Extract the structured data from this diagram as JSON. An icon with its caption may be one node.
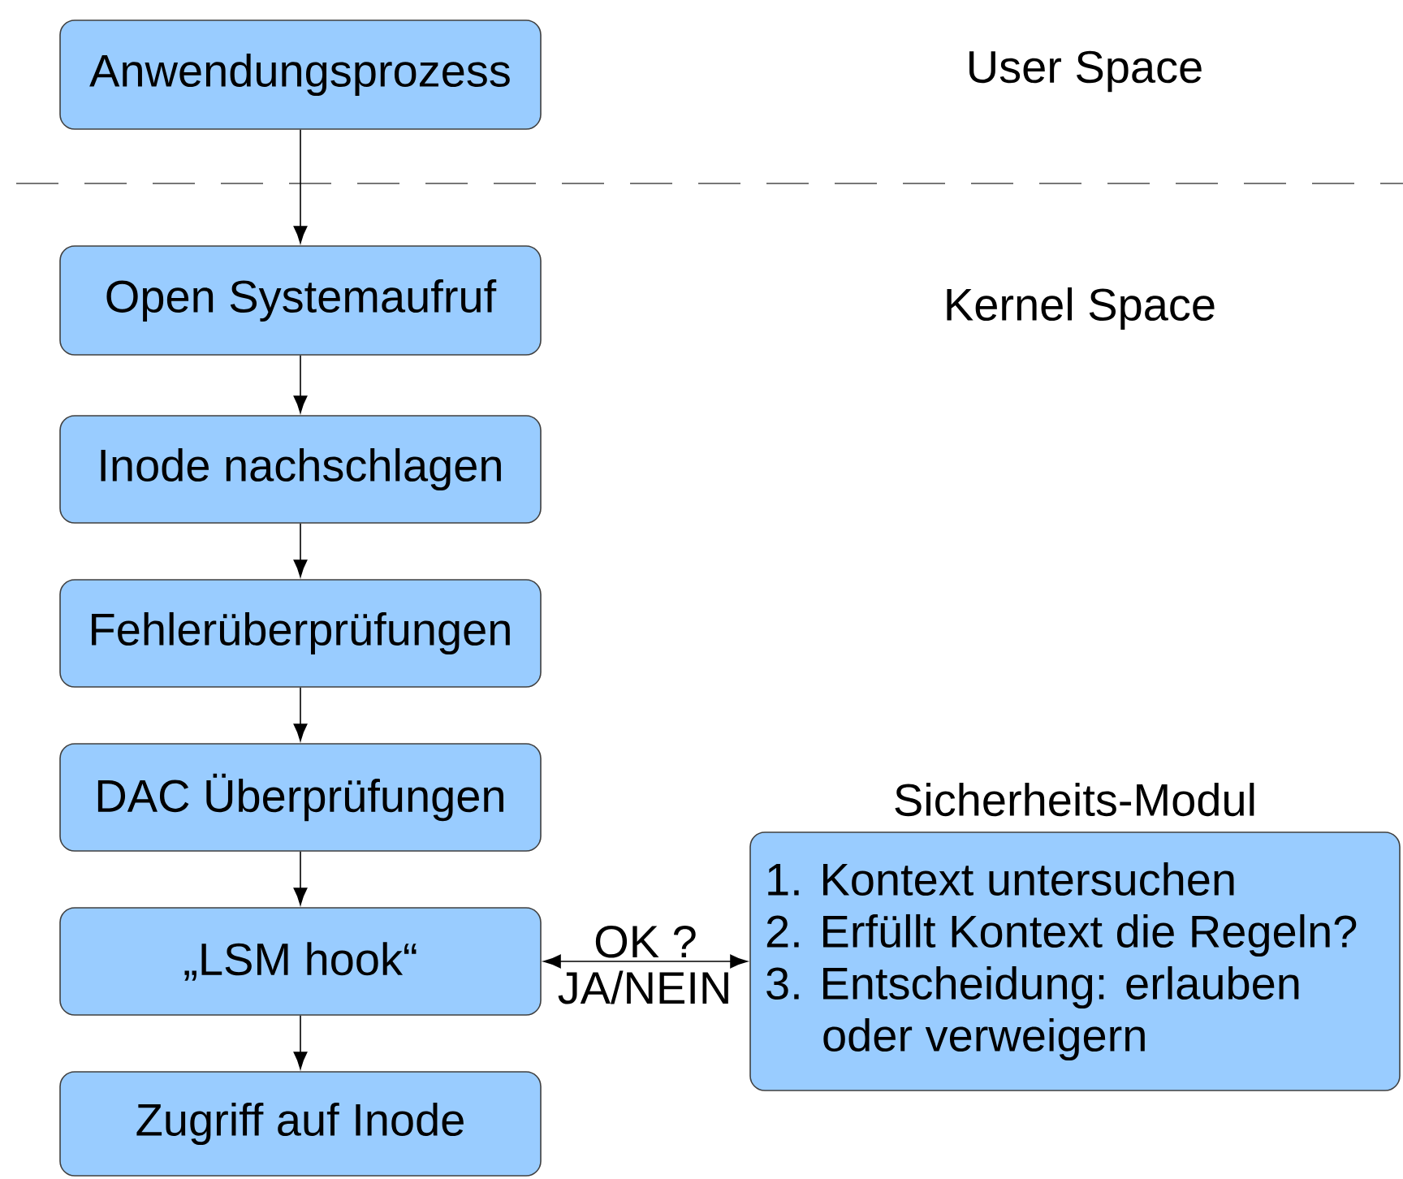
{
  "diagram": {
    "nodes": [
      {
        "text": [
          "Anwendungsprozess"
        ]
      },
      {
        "text": [
          "Open Systemaufruf"
        ]
      },
      {
        "text": [
          "Inode nachschlagen"
        ]
      },
      {
        "text": [
          "Fehlerüberprüfungen"
        ]
      },
      {
        "text": [
          "DAC Überprüfungen"
        ]
      },
      {
        "text": [
          "„LSM hook“"
        ]
      },
      {
        "text": [
          "Zugriff auf Inode"
        ]
      },
      {
        "text": [
          "Sicherheits-Modul",
          "1. Kontext untersuchen",
          "2. Erfüllt Kontext die Regeln?",
          "3. Entscheidung: erlauben oder verweigern"
        ]
      }
    ],
    "edges": [
      {
        "from": 0,
        "to": 1,
        "arrow": "to"
      },
      {
        "from": 1,
        "to": 2,
        "arrow": "to"
      },
      {
        "from": 2,
        "to": 3,
        "arrow": "to"
      },
      {
        "from": 3,
        "to": 4,
        "arrow": "to"
      },
      {
        "from": 4,
        "to": 5,
        "arrow": "to"
      },
      {
        "from": 5,
        "to": 6,
        "arrow": "to"
      },
      {
        "from": 5,
        "to": 7,
        "arrow": "both",
        "label": "OK ?"
      }
    ],
    "labels": [
      "User Space",
      "Kernel Space",
      "JA/NEIN"
    ]
  }
}
